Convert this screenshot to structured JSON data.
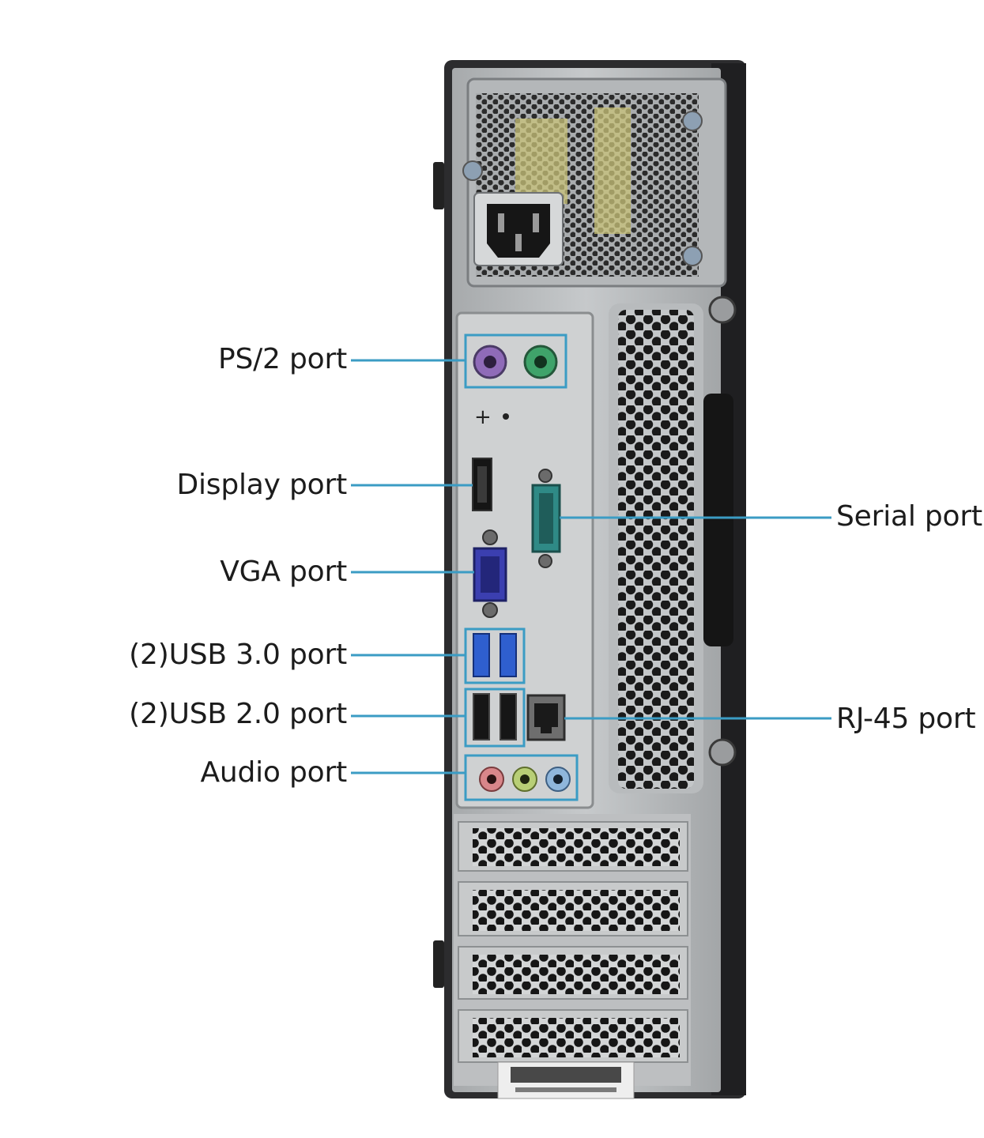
{
  "colors": {
    "callout_line": "#3b9cc4",
    "chassis_dark": "#2c2c2e",
    "chassis_panel": "#b9bcbe",
    "psu_mesh": "#8f9396",
    "ps2_keyboard": "#8f6bb8",
    "ps2_mouse": "#3fa36a",
    "vga": "#3b3fb0",
    "serial": "#2f8a86",
    "usb3": "#2f5fcf",
    "audio_pink": "#d9868a",
    "audio_green": "#b8cf76",
    "audio_blue": "#8fb6db"
  },
  "icons": [
    "power-socket-icon",
    "screw-icon",
    "plus-symbol-icon",
    "barcode-icon"
  ],
  "callouts": [
    {
      "id": "ps2",
      "label": "PS/2 port",
      "side": "left"
    },
    {
      "id": "display",
      "label": "Display port",
      "side": "left"
    },
    {
      "id": "vga",
      "label": "VGA port",
      "side": "left"
    },
    {
      "id": "usb3",
      "label": "(2)USB 3.0 port",
      "side": "left"
    },
    {
      "id": "usb2",
      "label": "(2)USB 2.0 port",
      "side": "left"
    },
    {
      "id": "audio",
      "label": "Audio port",
      "side": "left"
    },
    {
      "id": "serial",
      "label": "Serial port",
      "side": "right"
    },
    {
      "id": "rj45",
      "label": "RJ-45 port",
      "side": "right"
    }
  ]
}
